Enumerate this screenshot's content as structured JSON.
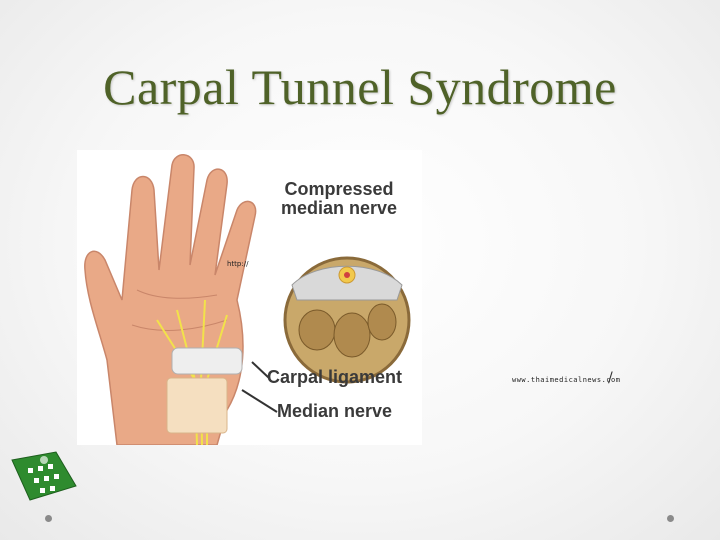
{
  "slide": {
    "title": "Carpal Tunnel Syndrome",
    "title_color": "#4f6228"
  },
  "figure": {
    "label_compressed": "Compressed median nerve",
    "label_carpal_ligament": "Carpal ligament",
    "label_median_nerve": "Median nerve",
    "tiny_url": "http://"
  },
  "credit": {
    "url": "www.thaimedicalnews.com",
    "slash": "/"
  },
  "logo": {
    "icon": "green-building-logo"
  }
}
